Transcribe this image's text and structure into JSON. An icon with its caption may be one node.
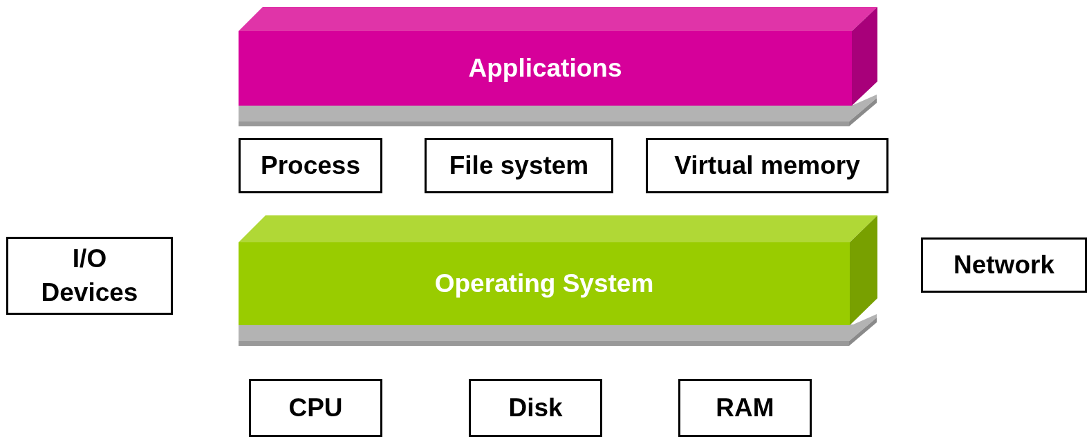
{
  "diagram": {
    "nodes": [
      {
        "text": [
          "Applications"
        ]
      },
      {
        "text": [
          "Process"
        ]
      },
      {
        "text": [
          "File system"
        ]
      },
      {
        "text": [
          "Virtual memory"
        ]
      },
      {
        "text": [
          "I/O Devices"
        ]
      },
      {
        "text": [
          "Operating System"
        ]
      },
      {
        "text": [
          "Network"
        ]
      },
      {
        "text": [
          "CPU"
        ]
      },
      {
        "text": [
          "Disk"
        ]
      },
      {
        "text": [
          "RAM"
        ]
      }
    ]
  }
}
